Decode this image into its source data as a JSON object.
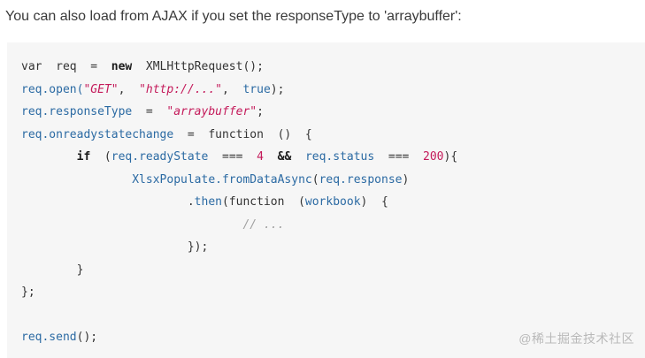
{
  "intro_text": "You can also load from AJAX if you set the responseType to 'arraybuffer':",
  "watermark": "@稀土掘金技术社区",
  "code": {
    "l1": {
      "a": "var  req  =  ",
      "b": "new",
      "c": "  XMLHttpRequest();"
    },
    "l2": {
      "a": "req",
      "b": ".open(",
      "c": "\"GET\"",
      "d": ",  ",
      "e": "\"http://...\"",
      "f": ",  ",
      "g": "true",
      "h": ");"
    },
    "l3": {
      "a": "req",
      "b": ".responseType",
      "c": "  =  ",
      "d": "\"arraybuffer\"",
      "e": ";"
    },
    "l4": {
      "a": "req",
      "b": ".onreadystatechange",
      "c": "  =  function  ()  {"
    },
    "l5": {
      "a": "        ",
      "b": "if",
      "c": "  (",
      "d": "req",
      "e": ".readyState",
      "f": "  ===  ",
      "g": "4",
      "h": "  ",
      "i": "&&",
      "j": "  ",
      "k": "req",
      "l": ".status",
      "m": "  ===  ",
      "n": "200",
      "o": "){"
    },
    "l6": {
      "a": "                ",
      "b": "XlsxPopulate",
      "c": ".fromDataAsync",
      "d": "(",
      "e": "req",
      "f": ".response",
      "g": ")"
    },
    "l7": {
      "a": "                        .",
      "b": "then",
      "c": "(function  (",
      "d": "workbook",
      "e": ")  {"
    },
    "l8": {
      "a": "                                ",
      "b": "// ..."
    },
    "l9": {
      "a": "                        });"
    },
    "l10": {
      "a": "        }"
    },
    "l11": {
      "a": "};"
    },
    "l12": {
      "a": ""
    },
    "l13": {
      "a": "req",
      "b": ".send",
      "c": "();"
    }
  }
}
